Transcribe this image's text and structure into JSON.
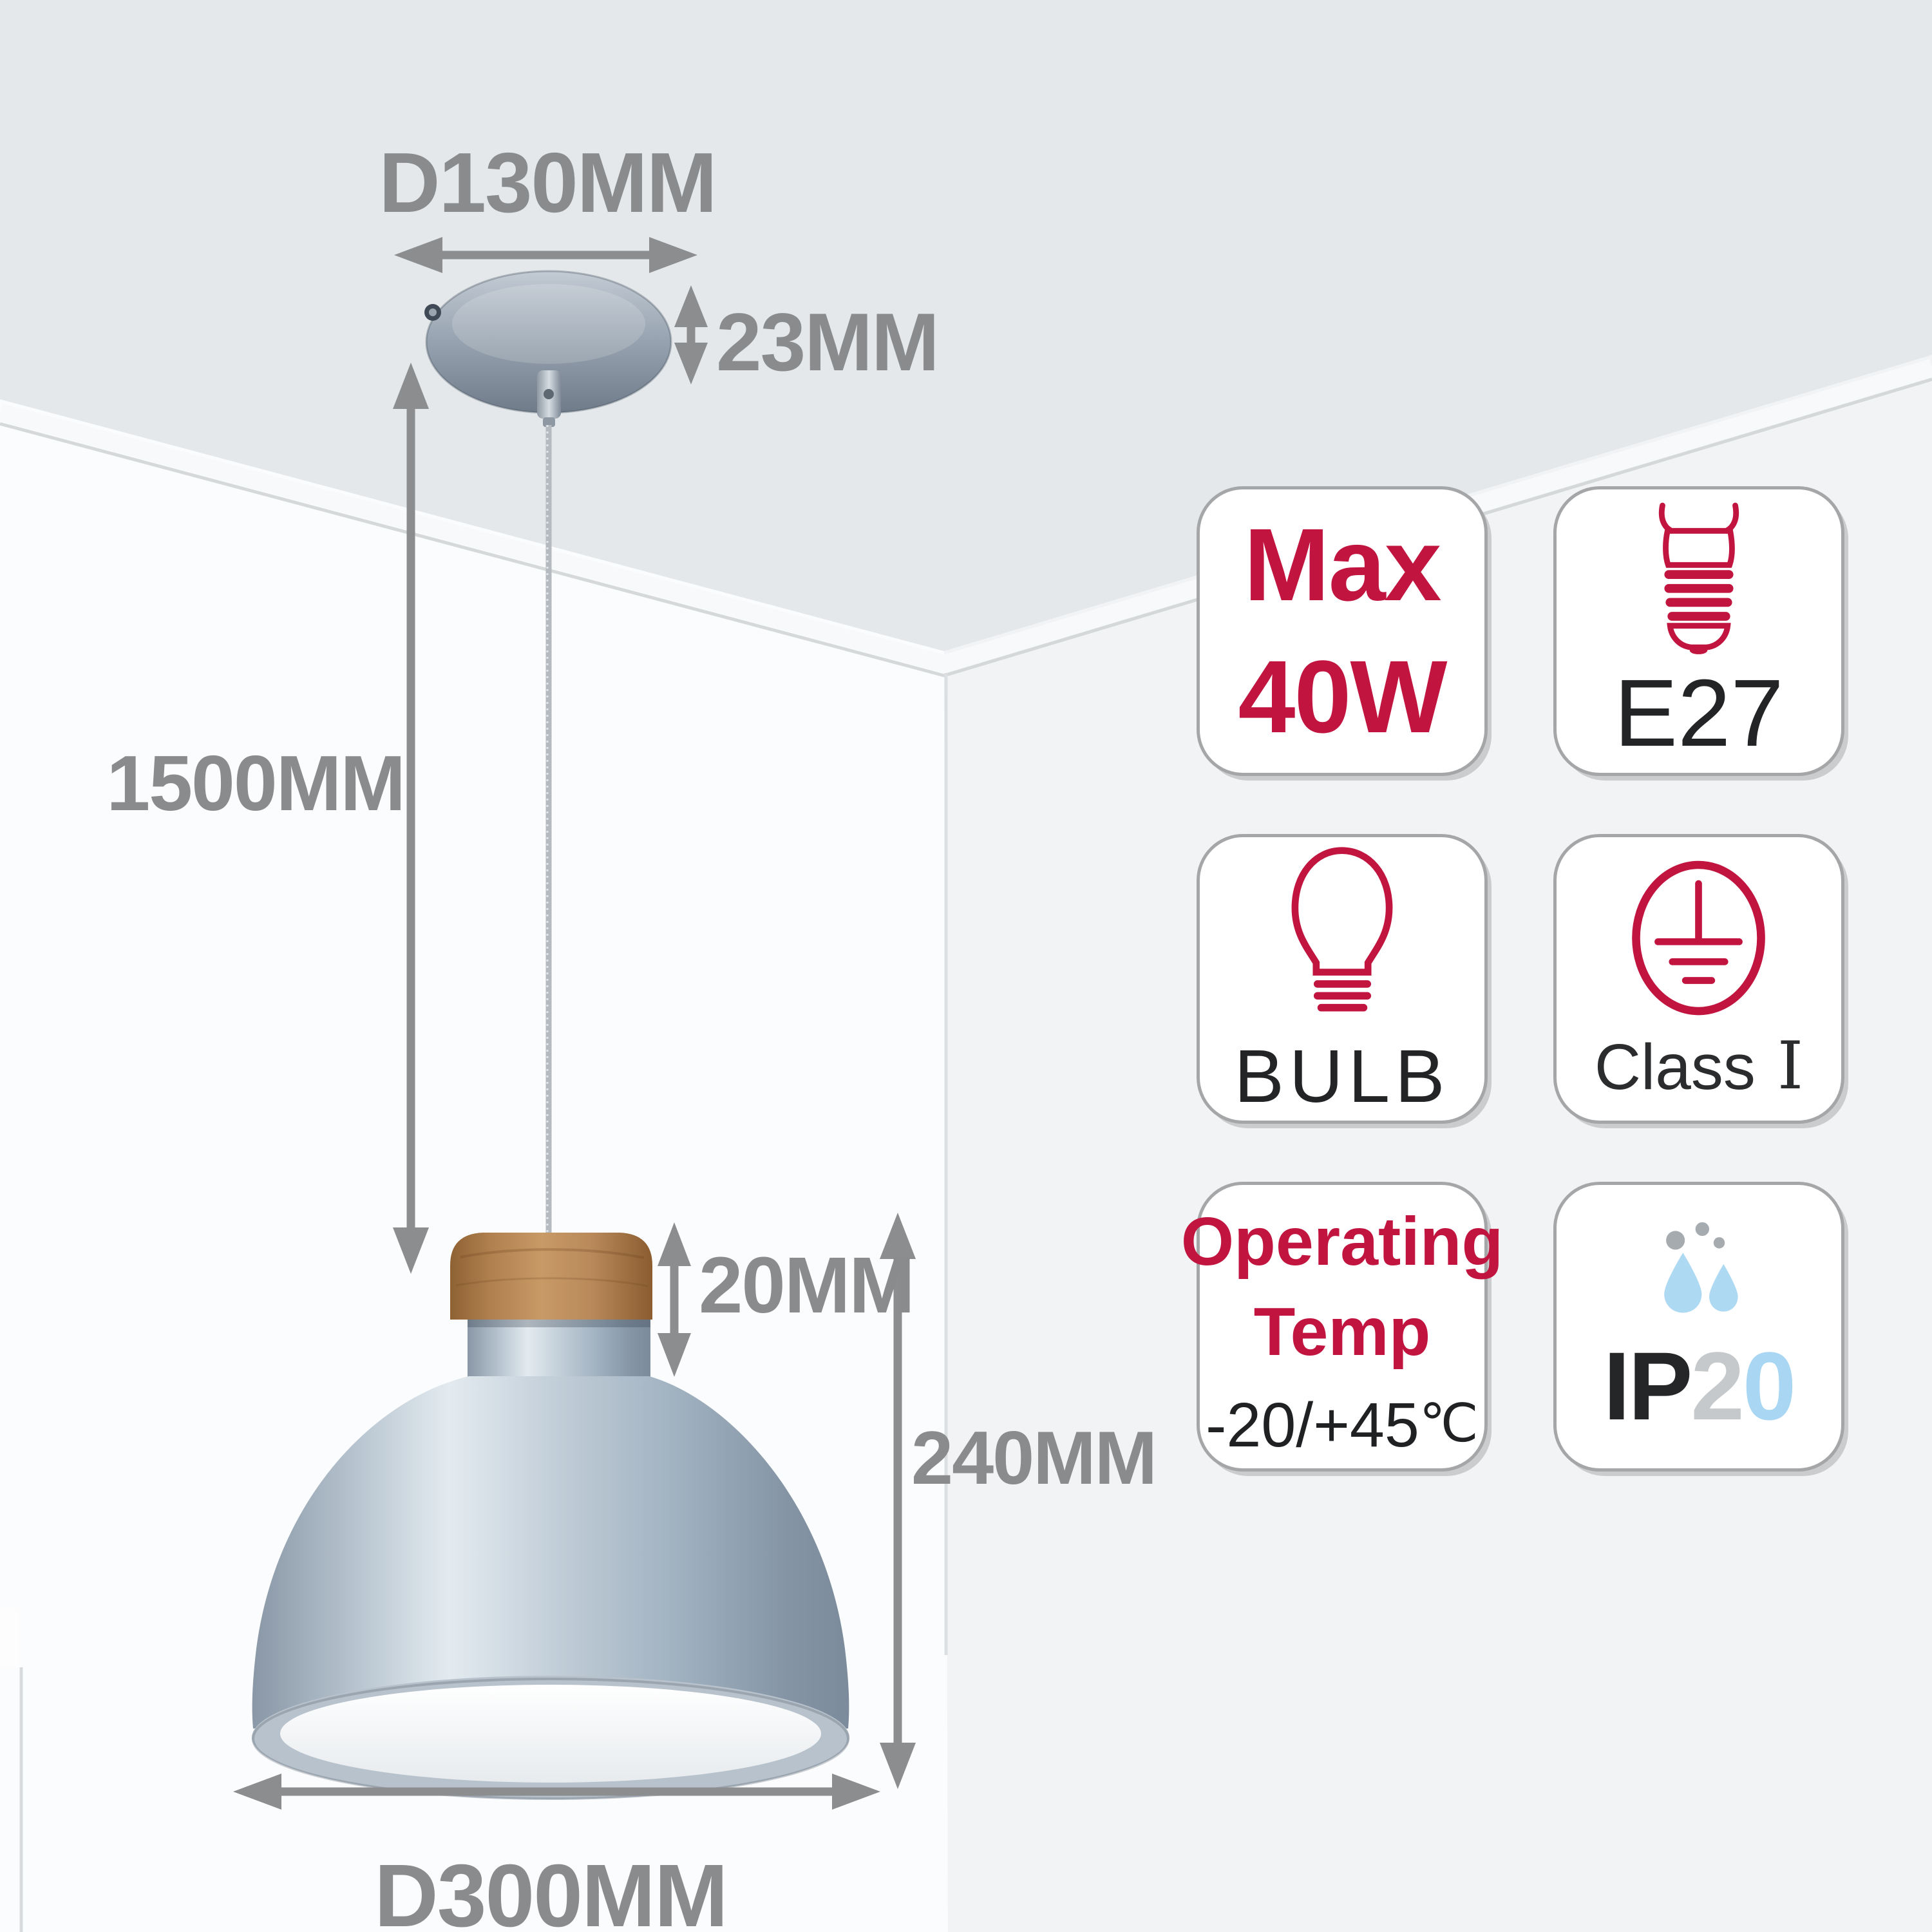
{
  "title": "Pendant lamp dimension and specification diagram",
  "dimensions": {
    "canopy_diameter": "D130MM",
    "canopy_height": "23MM",
    "suspension_length": "1500MM",
    "wood_cap_height": "20MM",
    "shade_height": "240MM",
    "shade_diameter": "D300MM"
  },
  "badges": {
    "max_wattage": {
      "line1": "Max",
      "line2": "40W"
    },
    "socket": {
      "label": "E27",
      "icon": "e27-socket-icon"
    },
    "bulb": {
      "label": "BULB",
      "icon": "bulb-icon"
    },
    "protection_class": {
      "name": "Class",
      "numeral": "Ⅰ",
      "icon": "earth-ground-icon"
    },
    "operating_temp": {
      "title1": "Operating",
      "title2": "Temp",
      "range": "-20/+45",
      "unit": "℃"
    },
    "ip_rating": {
      "prefix": "IP",
      "digit_tens": "2",
      "digit_units": "0",
      "icon": "water-drops-icon"
    }
  },
  "colors": {
    "accent_red": "#c11540",
    "drop_blue": "#aed9f3",
    "ip_digit_gray": "#c6c9cb",
    "dimension_gray": "#8a8b8c",
    "ceiling": "#e4e8eb",
    "wood": "#b9895a",
    "metal_silver": "#b9c6d1"
  }
}
